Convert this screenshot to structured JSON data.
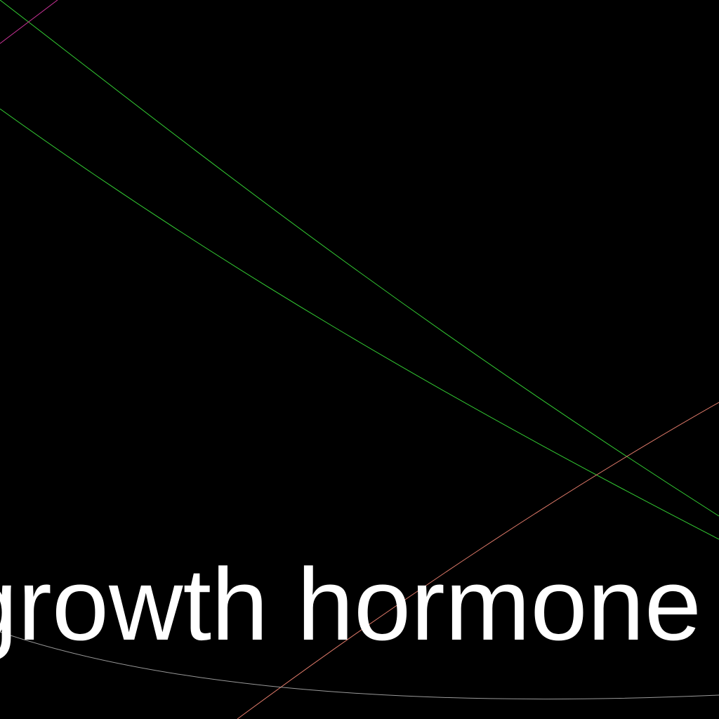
{
  "diagram": {
    "background_color": "#000000",
    "label": {
      "text": "growth hormone r",
      "color": "#ffffff"
    },
    "curves": [
      {
        "name": "green-edge-upper",
        "color": "#33cc33"
      },
      {
        "name": "green-edge-lower",
        "color": "#33cc33"
      },
      {
        "name": "pink-edge-top",
        "color": "#cc3399"
      },
      {
        "name": "salmon-edge-diagonal",
        "color": "#e07a6a"
      },
      {
        "name": "gray-arc-bottom",
        "color": "#9a9a9a"
      }
    ]
  }
}
